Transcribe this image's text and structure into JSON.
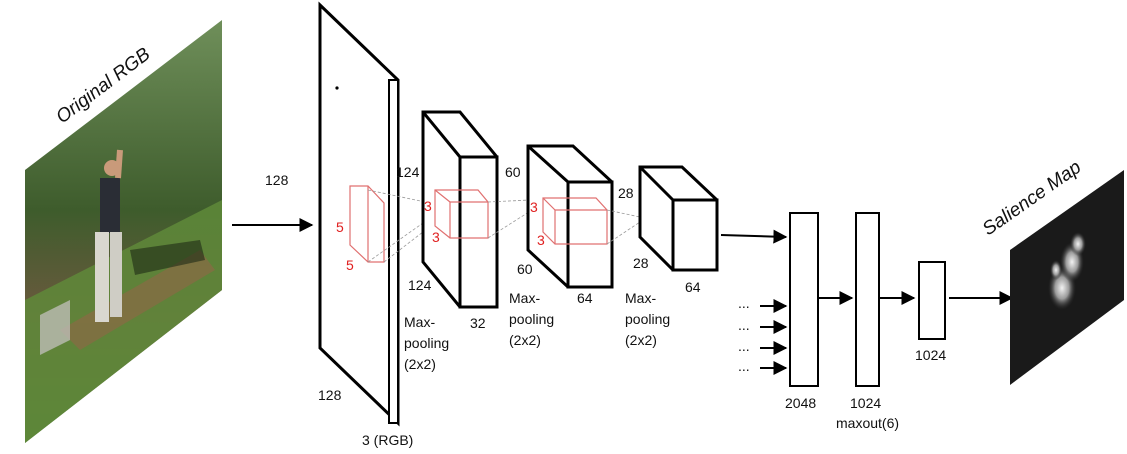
{
  "titles": {
    "original": "Original RGB",
    "salience": "Salience Map"
  },
  "input": {
    "width": "128",
    "height": "128",
    "channels": "3 (RGB)"
  },
  "kernel1": {
    "h": "5",
    "w": "5"
  },
  "layer1": {
    "dim_a": "124",
    "dim_b": "124",
    "depth": "32",
    "pool": [
      "Max-",
      "pooling",
      "(2x2)"
    ]
  },
  "kernel2": {
    "h": "3",
    "w": "3"
  },
  "layer2": {
    "dim_a": "60",
    "dim_b": "60",
    "depth": "64",
    "pool": [
      "Max-",
      "pooling",
      "(2x2)"
    ]
  },
  "kernel3": {
    "h": "3",
    "w": "3"
  },
  "layer3": {
    "dim_a": "28",
    "dim_b": "28",
    "depth": "64"
  },
  "fc1": {
    "size": "2048",
    "dots": [
      "...",
      "...",
      "...",
      "..."
    ]
  },
  "fc2": {
    "size": "1024",
    "note": "maxout(6)"
  },
  "fc3": {
    "size": "1024"
  },
  "colors": {
    "kernel": "#e02020",
    "box": "#000000"
  }
}
